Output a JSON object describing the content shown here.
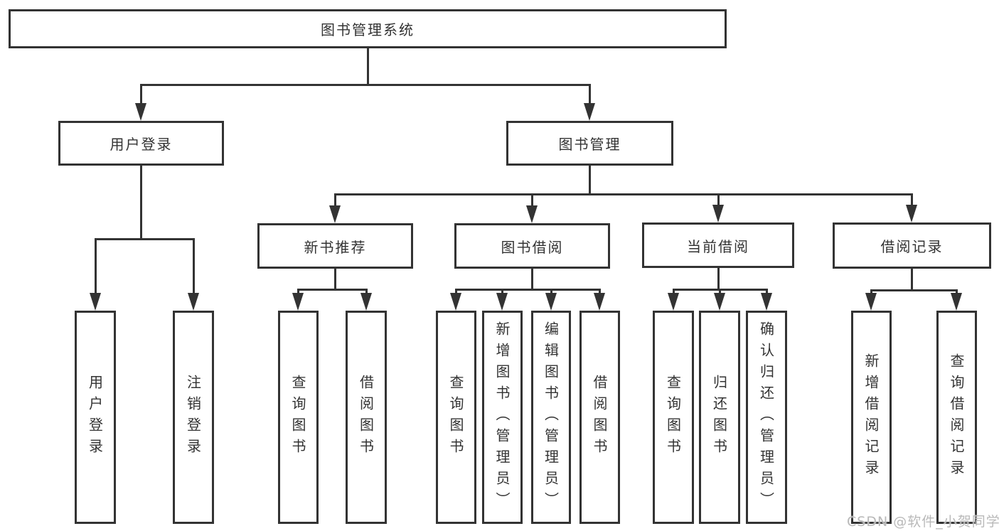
{
  "diagram": {
    "type": "hierarchy-flowchart",
    "colors": {
      "line": "#333333",
      "text": "#333333",
      "box_background": "#ffffff",
      "page_background": "#ffffff",
      "watermark": "#b9b9b9"
    },
    "tree": {
      "root": {
        "label": "图书管理系统",
        "children": [
          {
            "label": "用户登录",
            "children": [
              {
                "label": "用户登录"
              },
              {
                "label": "注销登录"
              }
            ]
          },
          {
            "label": "图书管理",
            "children": [
              {
                "label": "新书推荐",
                "children": [
                  {
                    "label": "查询图书"
                  },
                  {
                    "label": "借阅图书"
                  }
                ]
              },
              {
                "label": "图书借阅",
                "children": [
                  {
                    "label": "查询图书"
                  },
                  {
                    "label": "新增图书（管理员）"
                  },
                  {
                    "label": "编辑图书（管理员）"
                  },
                  {
                    "label": "借阅图书"
                  }
                ]
              },
              {
                "label": "当前借阅",
                "children": [
                  {
                    "label": "查询图书"
                  },
                  {
                    "label": "归还图书"
                  },
                  {
                    "label": "确认归还（管理员）"
                  }
                ]
              },
              {
                "label": "借阅记录",
                "children": [
                  {
                    "label": "新增借阅记录"
                  },
                  {
                    "label": "查询借阅记录"
                  }
                ]
              }
            ]
          }
        ]
      }
    },
    "watermark": {
      "text": "CSDN @软件_小贺同学"
    }
  }
}
